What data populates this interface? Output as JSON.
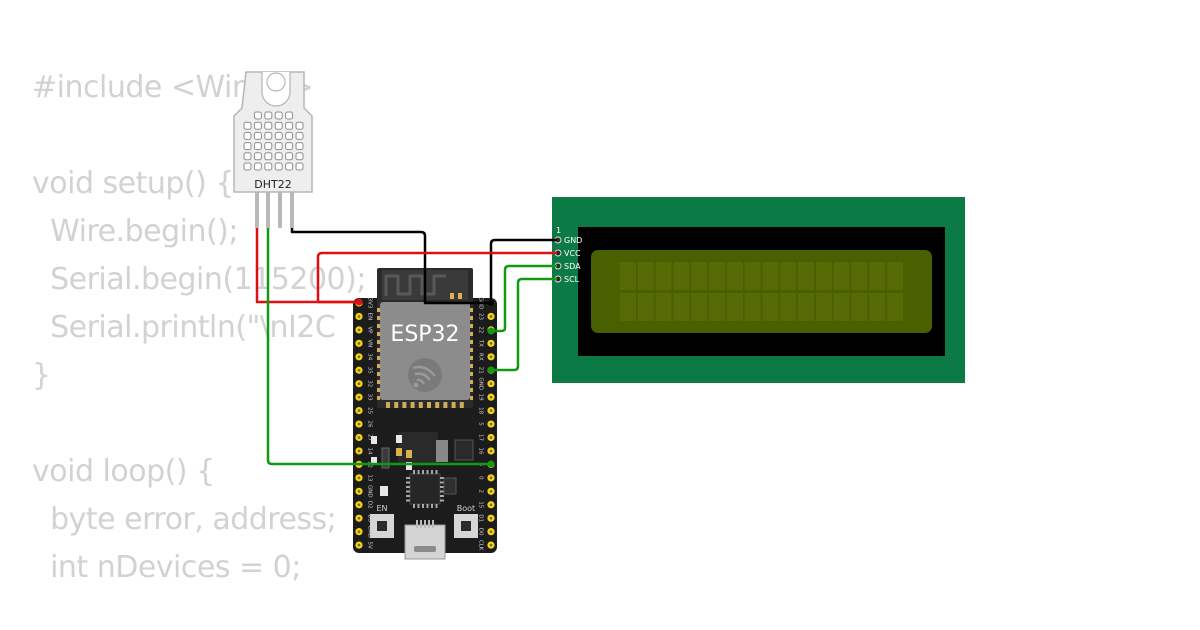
{
  "code_lines": [
    "#include <Wire.h>",
    "",
    "void setup() {",
    "  Wire.begin();",
    "  Serial.begin(115200);",
    "  Serial.println(\"\\nI2C",
    "}",
    "",
    "void loop() {",
    "  byte error, address;",
    "  int nDevices = 0;"
  ],
  "dht": {
    "label": "DHT22"
  },
  "esp32": {
    "label": "ESP32",
    "en_label": "EN",
    "boot_label": "Boot",
    "left_pins": [
      "3V3",
      "EN",
      "VP",
      "VN",
      "34",
      "35",
      "32",
      "33",
      "25",
      "26",
      "27",
      "14",
      "12",
      "13",
      "GND",
      "D2",
      "D3",
      "CMD",
      "5V"
    ],
    "right_pins": [
      "GND",
      "23",
      "22",
      "TX",
      "RX",
      "21",
      "GND",
      "19",
      "18",
      "5",
      "17",
      "16",
      "4",
      "0",
      "2",
      "15",
      "D1",
      "D0",
      "CLK"
    ]
  },
  "lcd": {
    "pin1_label": "1",
    "pins": [
      "GND",
      "VCC",
      "SDA",
      "SCL"
    ]
  },
  "colors": {
    "code_text": "#d2d2d2",
    "wire_black": "#000000",
    "wire_red": "#dd1111",
    "wire_green": "#119911",
    "lcd_board": "#0c7a45",
    "lcd_screen": "#4a5f00",
    "esp_board": "#1c1c1c",
    "pin_gold": "#f2d21b"
  }
}
